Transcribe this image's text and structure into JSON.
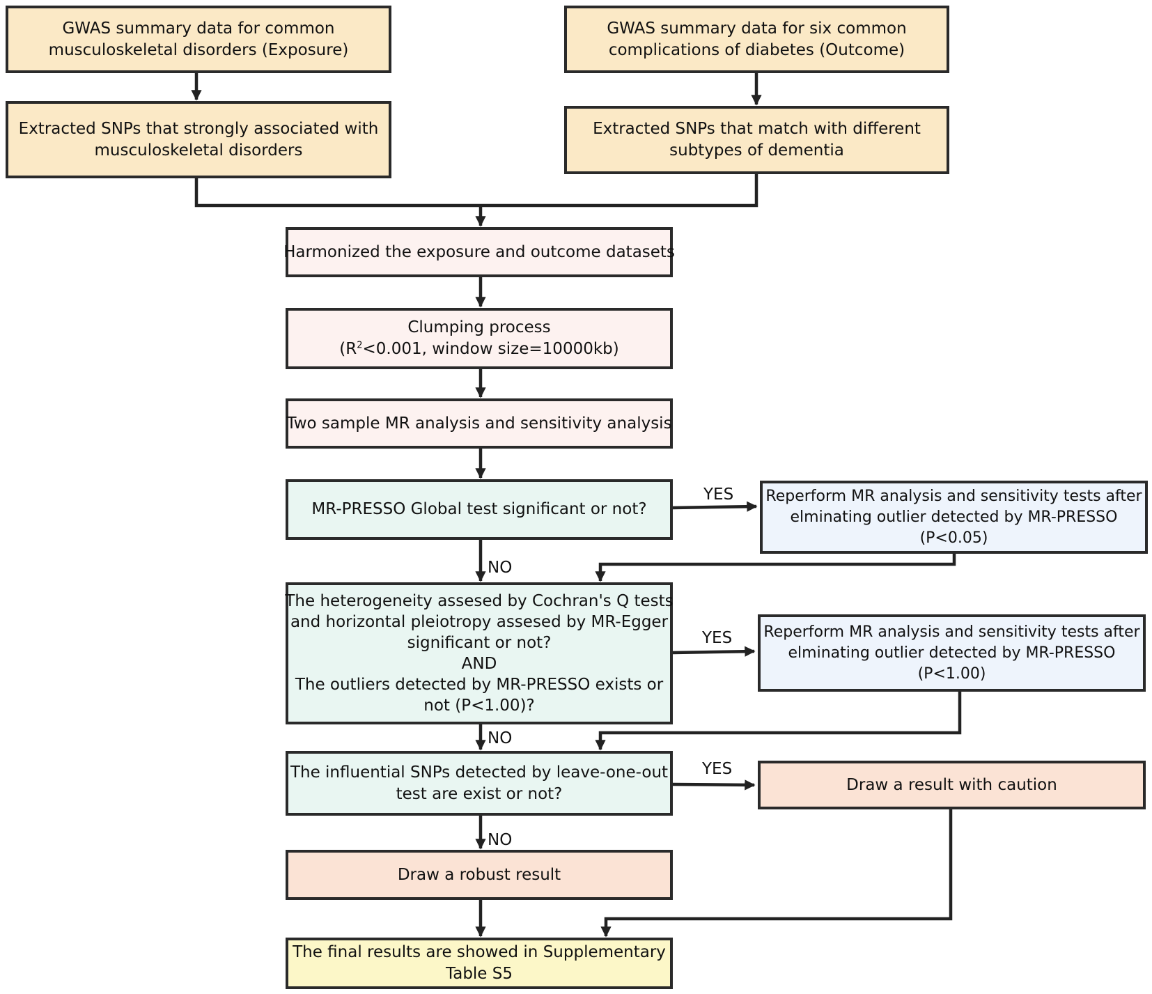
{
  "boxes": {
    "gwas_exposure": {
      "lines": [
        "GWAS summary data for common",
        "musculoskeletal disorders (Exposure)"
      ]
    },
    "gwas_outcome": {
      "lines": [
        "GWAS summary data for six common",
        "complications of diabetes (Outcome)"
      ]
    },
    "snps_exposure": {
      "lines": [
        "Extracted SNPs that strongly associated with",
        "musculoskeletal disorders"
      ]
    },
    "snps_outcome": {
      "lines": [
        "Extracted SNPs that match with different",
        "subtypes of dementia"
      ]
    },
    "harmonize": {
      "lines": [
        "Harmonized the exposure and outcome datasets"
      ]
    },
    "clumping": {
      "line1": "Clumping process",
      "line2_prefix": "(R",
      "line2_sup": "2",
      "line2_suffix": "<0.001, window size=10000kb)"
    },
    "two_sample": {
      "lines": [
        "Two sample MR analysis and sensitivity analysis"
      ]
    },
    "mrpresso_global": {
      "lines": [
        "MR-PRESSO Global  test significant or not?"
      ]
    },
    "reperform_1": {
      "lines": [
        "Reperform MR analysis and sensitivity tests after",
        "elminating outlier detected by MR-PRESSO",
        "(P<0.05)"
      ]
    },
    "heterogeneity": {
      "lines": [
        "The heterogeneity assesed by Cochran's Q tests",
        "and horizontal pleiotropy assesed by MR-Egger",
        "significant or not?",
        "AND",
        "The outliers detected by MR-PRESSO exists or",
        "not (P<1.00)?"
      ]
    },
    "reperform_2": {
      "lines": [
        "Reperform MR analysis and sensitivity tests after",
        "elminating outlier detected by MR-PRESSO",
        "(P<1.00)"
      ]
    },
    "influential": {
      "lines": [
        "The influential SNPs detected by leave-one-out",
        "test are exist or not?"
      ]
    },
    "caution": {
      "lines": [
        "Draw a result with caution"
      ]
    },
    "robust": {
      "lines": [
        "Draw a robust result"
      ]
    },
    "final": {
      "lines": [
        "The final results are showed in Supplementary",
        "Table S5"
      ]
    }
  },
  "edge_labels": {
    "yes_1": "YES",
    "no_1": "NO",
    "yes_2": "YES",
    "no_2": "NO",
    "yes_3": "YES",
    "no_3": "NO"
  },
  "colors": {
    "line": "#222222",
    "tan": "#fbe9c6",
    "pink": "#fdf2f0",
    "mint": "#e9f6f2",
    "blue": "#eef4fc",
    "salmon": "#fbe3d5",
    "yellow": "#fcf7c8"
  }
}
